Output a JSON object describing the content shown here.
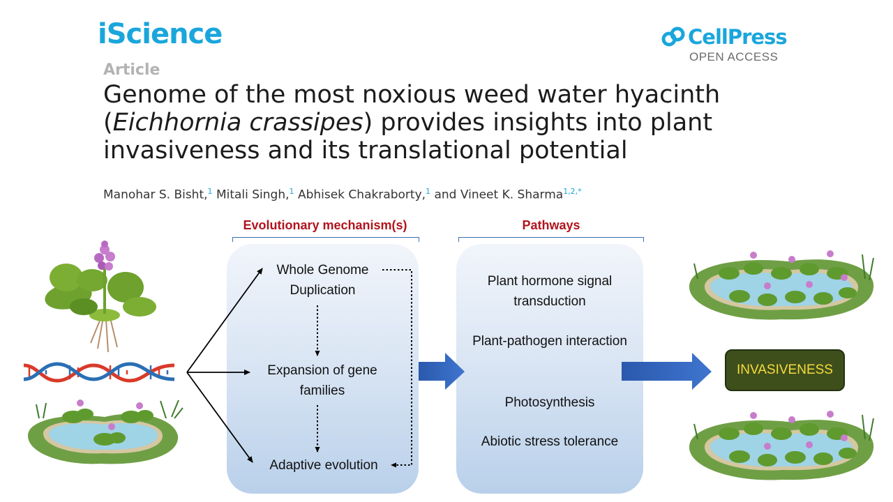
{
  "header": {
    "journal_name": "iScience",
    "publisher": {
      "name": "CellPress",
      "access": "OPEN ACCESS"
    },
    "article_type": "Article"
  },
  "title": {
    "part1": "Genome of the most noxious weed water hyacinth (",
    "species": "Eichhornia crassipes",
    "part2": ") provides insights into plant invasiveness and its translational potential"
  },
  "authors": [
    {
      "name": "Manohar S. Bisht,",
      "sup": "1"
    },
    {
      "name": "Mitali Singh,",
      "sup": "1"
    },
    {
      "name": "Abhisek Chakraborty,",
      "sup": "1"
    },
    {
      "name": "and Vineet K. Sharma",
      "sup": "1,2,*"
    }
  ],
  "abstract": {
    "evolution_heading": "Evolutionary mechanism(s)",
    "pathways_heading": "Pathways",
    "mechanisms": [
      "Whole Genome Duplication",
      "Expansion of gene families",
      "Adaptive evolution"
    ],
    "pathways": [
      "Plant hormone signal transduction",
      "Plant-pathogen interaction",
      "Photosynthesis",
      "Abiotic stress tolerance"
    ],
    "outcome": "INVASIVENESS"
  },
  "colors": {
    "brand": "#1aa6dc",
    "heading_red": "#b0141d",
    "arrow_blue": "#2f5fb5",
    "outcome_bg": "#3f4f1c",
    "outcome_text": "#f5dc3a"
  }
}
